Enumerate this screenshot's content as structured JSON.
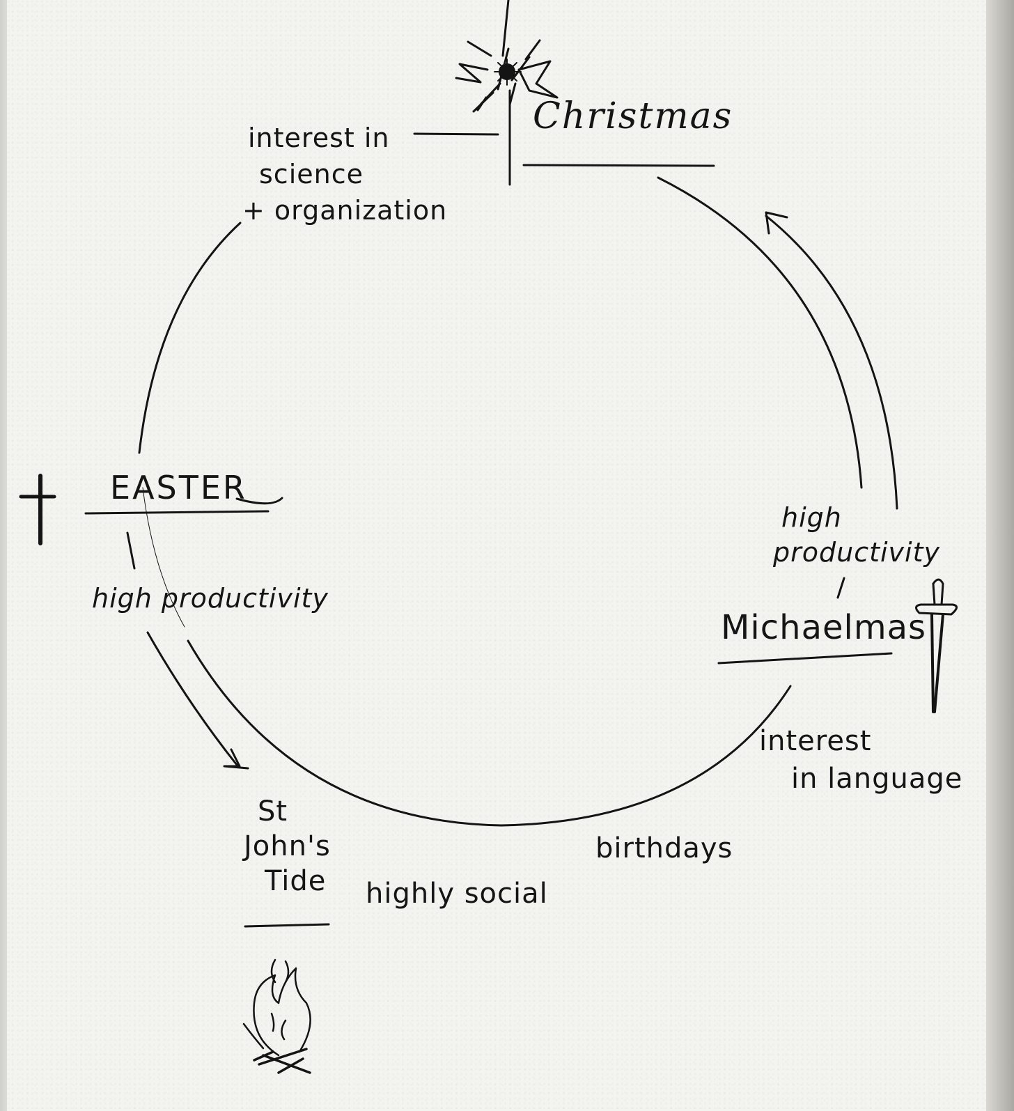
{
  "nodes": {
    "christmas": "Christmas",
    "easter": "EASTER",
    "st_johns_tide": [
      "St",
      "John's",
      "Tide"
    ],
    "michaelmas": "Michaelmas"
  },
  "notes": {
    "science": [
      "interest in",
      "science",
      "+ organization"
    ],
    "easter_productivity": "high productivity",
    "michaelmas_productivity": [
      "high",
      "productivity"
    ],
    "language": [
      "interest",
      "in language"
    ],
    "birthdays": "birthdays",
    "social": "highly social"
  },
  "icons": [
    "star-icon",
    "cross-icon",
    "sword-icon",
    "bonfire-icon"
  ],
  "colors": {
    "paper": "#f3f3f0",
    "ink": "#141414"
  }
}
